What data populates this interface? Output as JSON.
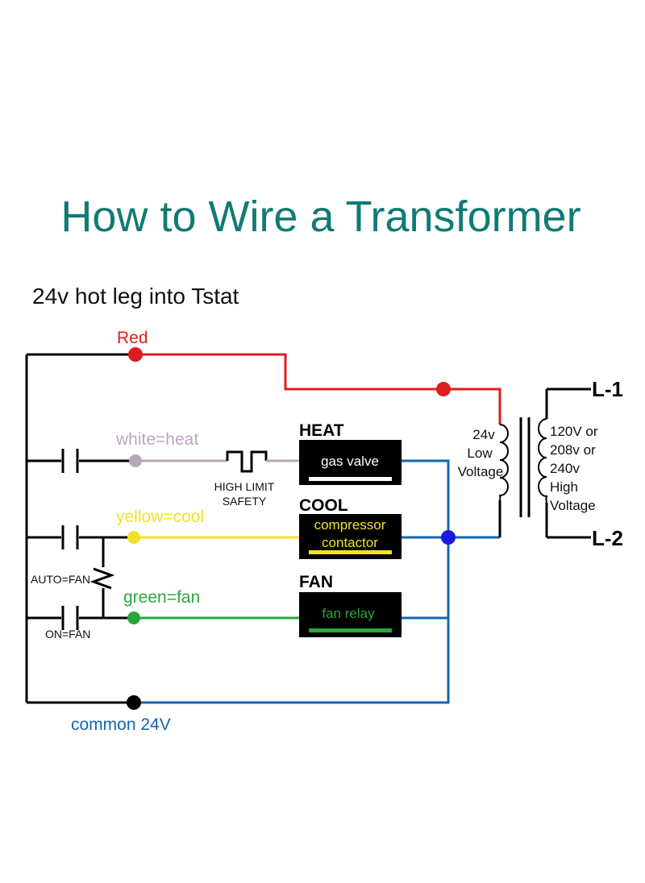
{
  "title": "How to Wire a Transformer",
  "subtitle": "24v hot leg into Tstat",
  "colors": {
    "title": "#0f7b74",
    "red": "#dd1d1d",
    "white": "#b9a6bd",
    "yellow": "#f2e02a",
    "green": "#2aa63a",
    "blue": "#1266b3",
    "black": "#000000"
  },
  "wires": {
    "red": "Red",
    "white": "white=heat",
    "yellow": "yellow=cool",
    "green": "green=fan",
    "common": "common 24V"
  },
  "switches": {
    "high_limit_line1": "HIGH LIMIT",
    "high_limit_line2": "SAFETY",
    "auto_fan": "AUTO=FAN",
    "on_fan": "ON=FAN"
  },
  "loads": {
    "heat": {
      "title": "HEAT",
      "label": "gas valve"
    },
    "cool": {
      "title": "COOL",
      "label_line1": "compressor",
      "label_line2": "contactor"
    },
    "fan": {
      "title": "FAN",
      "label": "fan relay"
    }
  },
  "transformer": {
    "secondary_line1": "24v",
    "secondary_line2": "Low",
    "secondary_line3": "Voltage",
    "primary_line1": "120V or",
    "primary_line2": "208v or",
    "primary_line3": "240v",
    "primary_line4": "High",
    "primary_line5": "Voltage",
    "l1": "L-1",
    "l2": "L-2"
  }
}
